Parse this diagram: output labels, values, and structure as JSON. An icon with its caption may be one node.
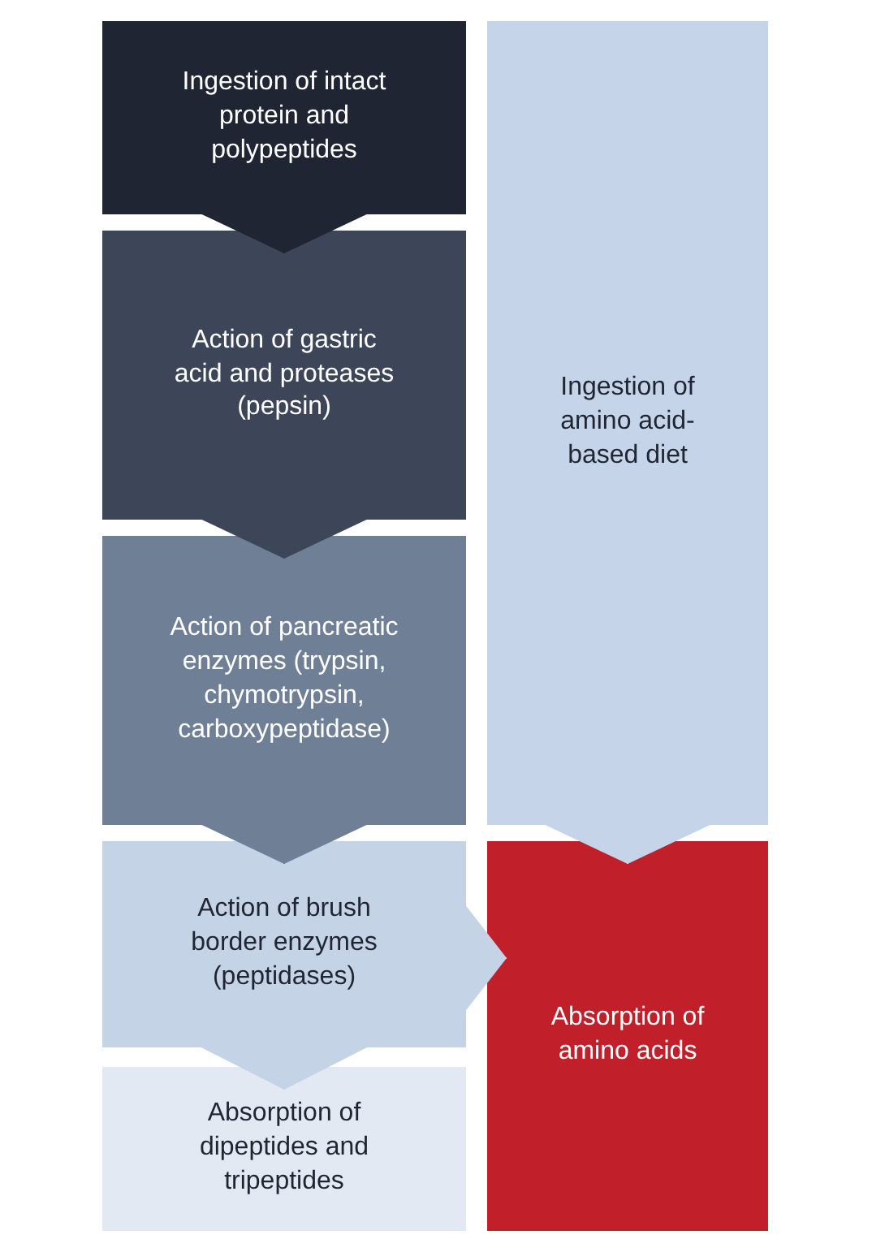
{
  "diagram": {
    "nodes": [
      {
        "text": [
          "Ingestion of intact protein and polypeptides"
        ]
      },
      {
        "text": [
          "Action of gastric acid and proteases (pepsin)"
        ]
      },
      {
        "text": [
          "Action of pancreatic enzymes (trypsin, chymotrypsin, carboxypeptidase)"
        ]
      },
      {
        "text": [
          "Action of brush border enzymes (peptidases)"
        ]
      },
      {
        "text": [
          "Absorption of dipeptides and tripeptides"
        ]
      },
      {
        "text": [
          "Ingestion of amino acid-based diet"
        ]
      },
      {
        "text": [
          "Absorption of amino acids"
        ]
      }
    ],
    "edges": [
      {
        "from": 0,
        "to": 1,
        "arrow": "to",
        "color": "#1f2533"
      },
      {
        "from": 1,
        "to": 2,
        "arrow": "to",
        "color": "#3d4659"
      },
      {
        "from": 2,
        "to": 3,
        "arrow": "to",
        "color": "#6f7f96"
      },
      {
        "from": 3,
        "to": 4,
        "arrow": "to",
        "color": "#c5d3e6"
      },
      {
        "from": 5,
        "to": 6,
        "arrow": "to",
        "color": "#c5d4e8"
      },
      {
        "from": 3,
        "to": 6,
        "arrow": "to",
        "color": "#c5d3e6"
      }
    ]
  }
}
